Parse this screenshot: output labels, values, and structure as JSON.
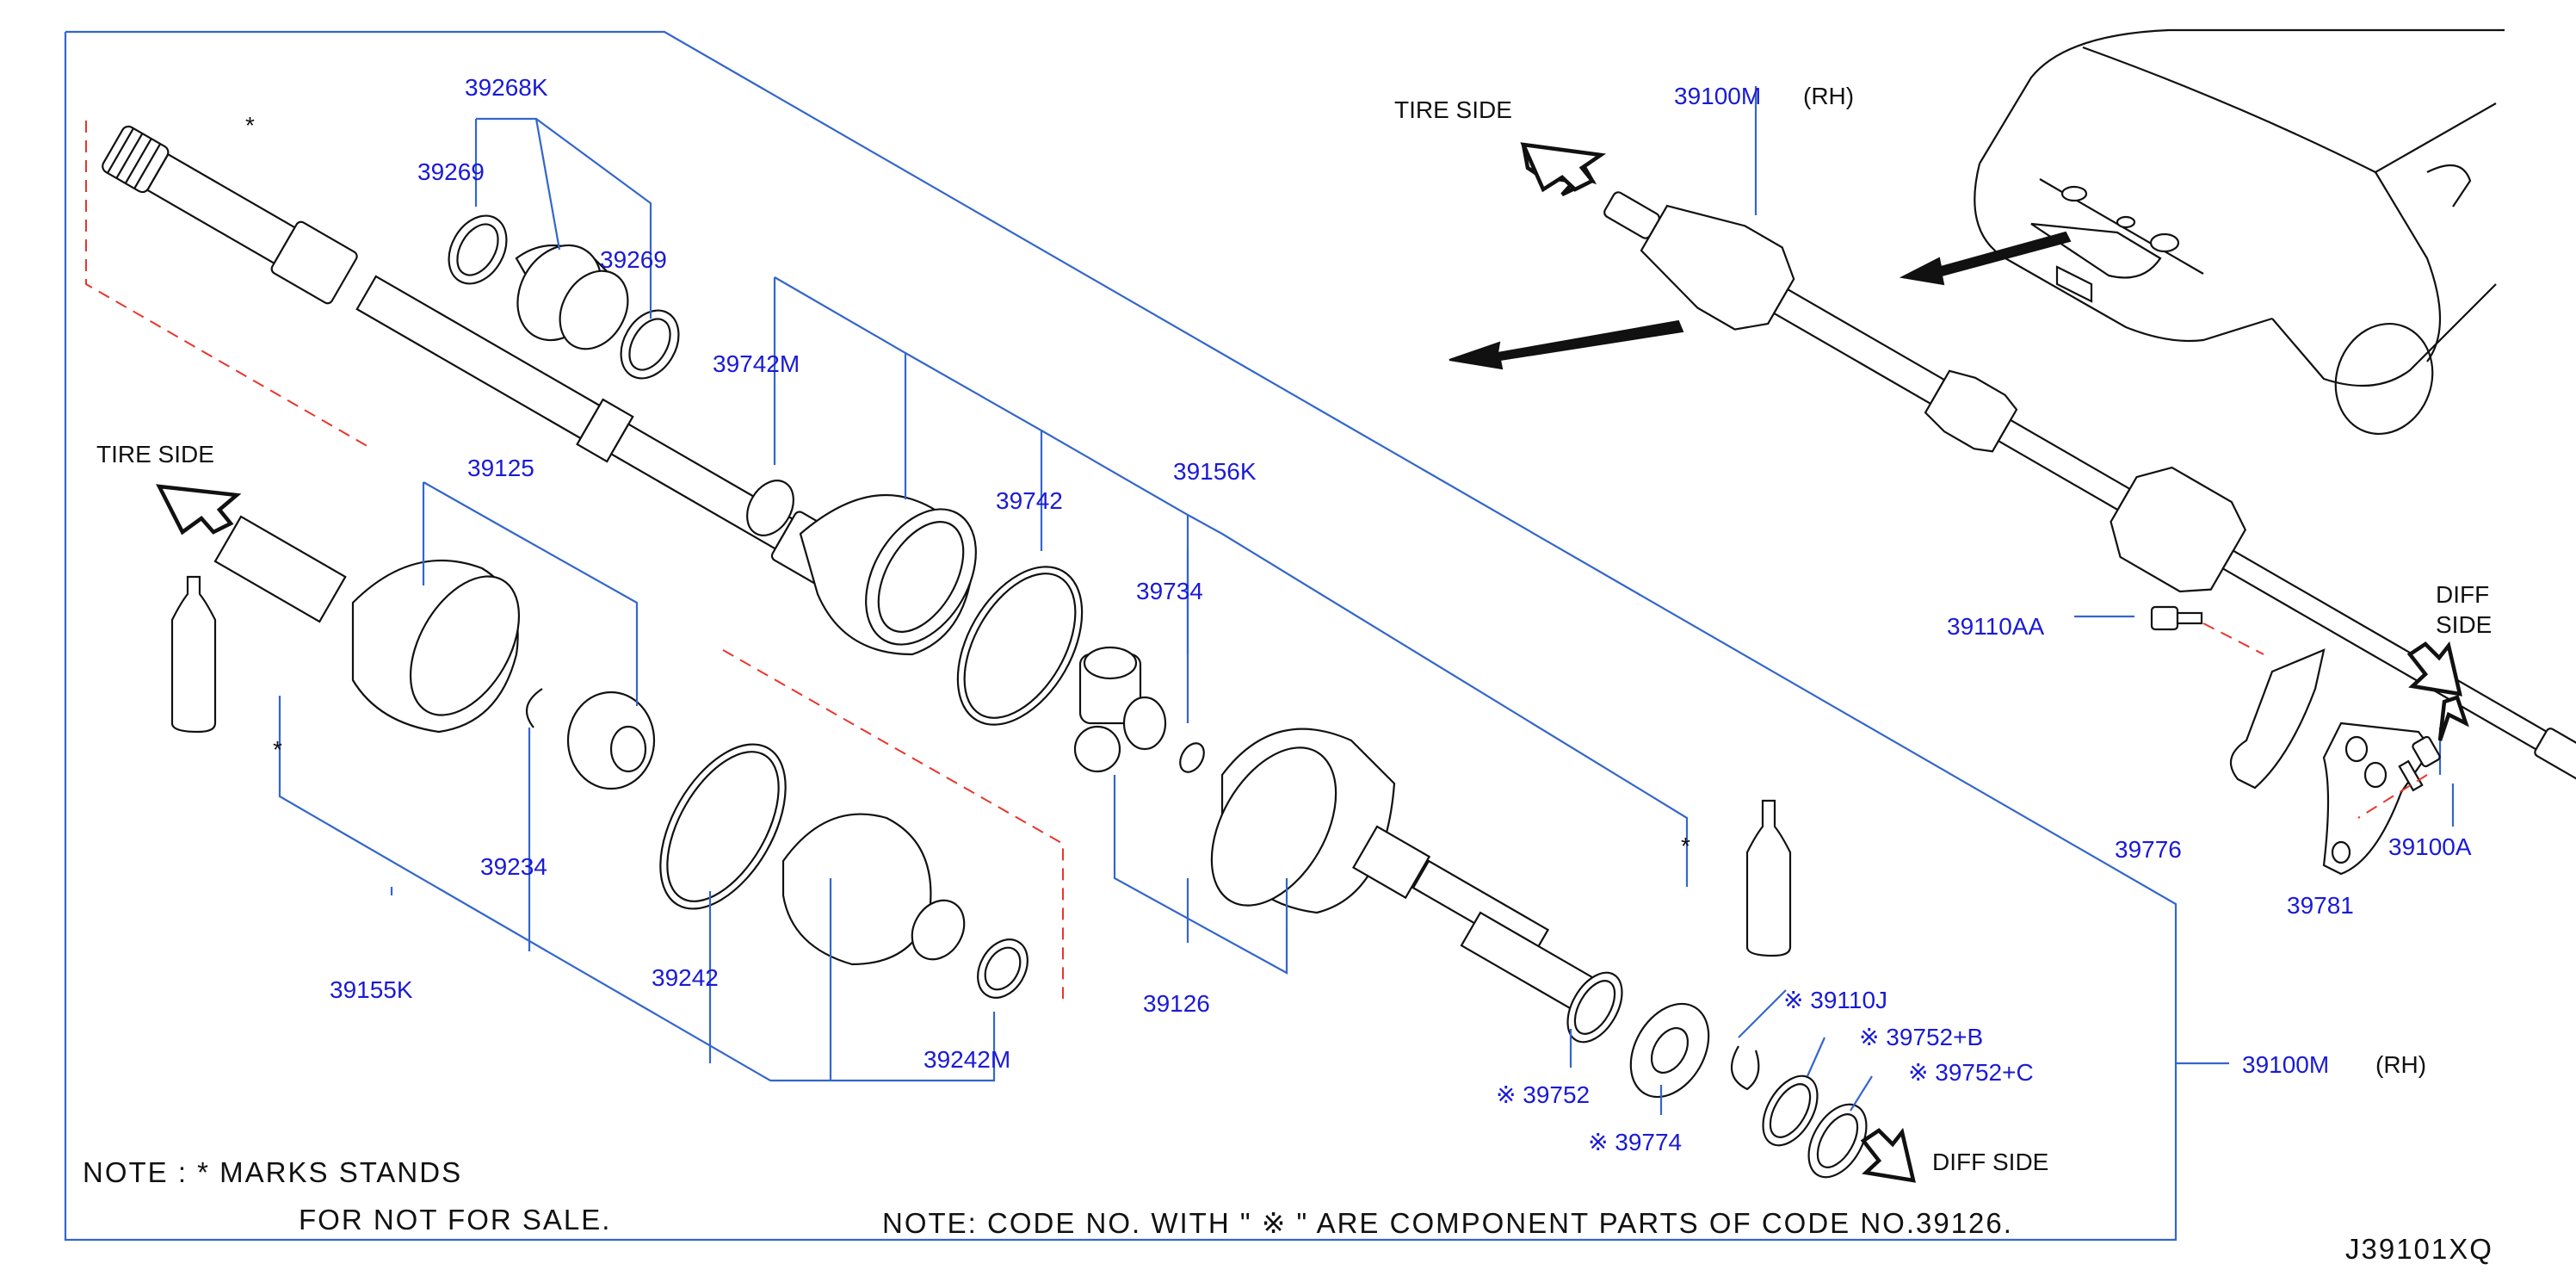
{
  "diagram_id": "J39101XQ",
  "tire_side": "TIRE SIDE",
  "diff_side_line1": "DIFF",
  "diff_side_line2": "SIDE",
  "diff_side": "DIFF SIDE",
  "rh": "(RH)",
  "asterisk": "*",
  "note_left_line1": "NOTE : * MARKS STANDS",
  "note_left_line2": "FOR NOT FOR SALE.",
  "note_bottom": "NOTE: CODE NO. WITH \" ※ \" ARE COMPONENT PARTS OF CODE NO.39126.",
  "colors": {
    "part_number": "#1a1ad6",
    "leader": "#3366cc",
    "dashed": "#e8352c",
    "outline": "#111111"
  },
  "parts": {
    "p39268K": "39268K",
    "p39269a": "39269",
    "p39269b": "39269",
    "p39742M": "39742M",
    "p39742": "39742",
    "p39156K": "39156K",
    "p39734": "39734",
    "p39125": "39125",
    "p39234": "39234",
    "p39155K": "39155K",
    "p39242": "39242",
    "p39242M": "39242M",
    "p39126": "39126",
    "p39752": "※ 39752",
    "p39774": "※ 39774",
    "p39110J": "※ 39110J",
    "p39752B": "※ 39752+B",
    "p39752C": "※ 39752+C",
    "p39100M_top": "39100M",
    "p39100M_right": "39100M",
    "p39110AA": "39110AA",
    "p39776": "39776",
    "p39781": "39781",
    "p39100A": "39100A"
  }
}
